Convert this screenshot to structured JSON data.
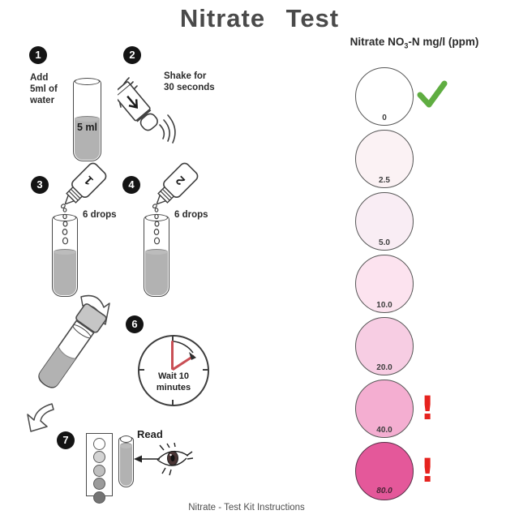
{
  "title": "Nitrate Test",
  "footer": "Nitrate - Test Kit Instructions",
  "chart": {
    "header": {
      "part1": "Nitrate NO",
      "sub": "3",
      "part2": "-N mg/l (ppm)"
    },
    "levels": [
      {
        "label": "0",
        "color": "#ffffff",
        "mark": "check"
      },
      {
        "label": "2.5",
        "color": "#fbf2f4",
        "mark": ""
      },
      {
        "label": "5.0",
        "color": "#f9edf4",
        "mark": ""
      },
      {
        "label": "10.0",
        "color": "#fce3ef",
        "mark": ""
      },
      {
        "label": "20.0",
        "color": "#f7cde3",
        "mark": ""
      },
      {
        "label": "40.0",
        "color": "#f4aed1",
        "mark": "exclaim"
      },
      {
        "label": "80.0",
        "color": "#e4589a",
        "mark": "exclaim"
      }
    ],
    "check_color": "#5fad41",
    "exclaim_color": "#e6231f",
    "exclaim_char": "!"
  },
  "steps": {
    "s1": {
      "num": "1",
      "line1": "Add",
      "line2": "5ml of",
      "line3": "water",
      "tube_label": "5 ml"
    },
    "s2": {
      "num": "2",
      "line1": "Shake for",
      "line2": "30 seconds"
    },
    "s3": {
      "num": "3",
      "bottle": "1",
      "drops": "6 drops"
    },
    "s4": {
      "num": "4",
      "bottle": "2",
      "drops": "6 drops"
    },
    "s6": {
      "num": "6",
      "line1": "Wait 10",
      "line2": "minutes"
    },
    "s7": {
      "num": "7",
      "read": "Read",
      "card_colors": [
        "#ffffff",
        "#d4d4d4",
        "#bfbfbf",
        "#9b9b9b",
        "#747474"
      ]
    }
  }
}
